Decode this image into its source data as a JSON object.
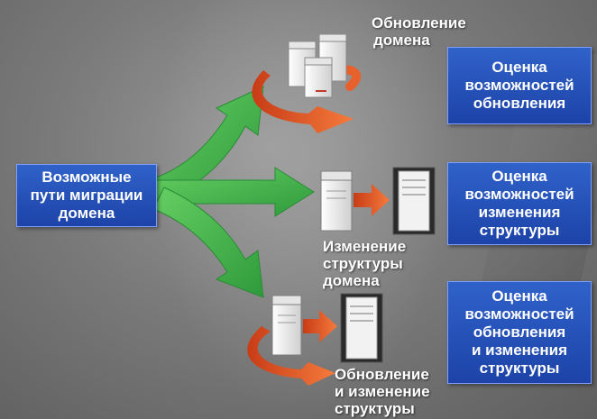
{
  "source_box": {
    "lines": [
      "Возможные",
      "пути миграции",
      "домена"
    ]
  },
  "paths": [
    {
      "label_lines": [
        "Обновление",
        "домена"
      ],
      "assessment_lines": [
        "Оценка",
        "возможностей",
        "обновления"
      ]
    },
    {
      "label_lines": [
        "Изменение",
        "структуры",
        "домена"
      ],
      "assessment_lines": [
        "Оценка",
        "возможностей",
        "изменения",
        "структуры"
      ]
    },
    {
      "label_lines": [
        "Обновление",
        "и изменение",
        "структуры"
      ],
      "assessment_lines": [
        "Оценка",
        "возможностей",
        "обновления",
        "и изменения",
        "структуры"
      ]
    }
  ],
  "colors": {
    "box_blue": "#2352b8",
    "arrow_green": "#3fb14a",
    "arrow_orange": "#e8602c",
    "text": "#ffffff"
  },
  "icons": [
    "server-icon",
    "upgrade-cycle-arrow-icon",
    "transfer-arrow-icon"
  ]
}
